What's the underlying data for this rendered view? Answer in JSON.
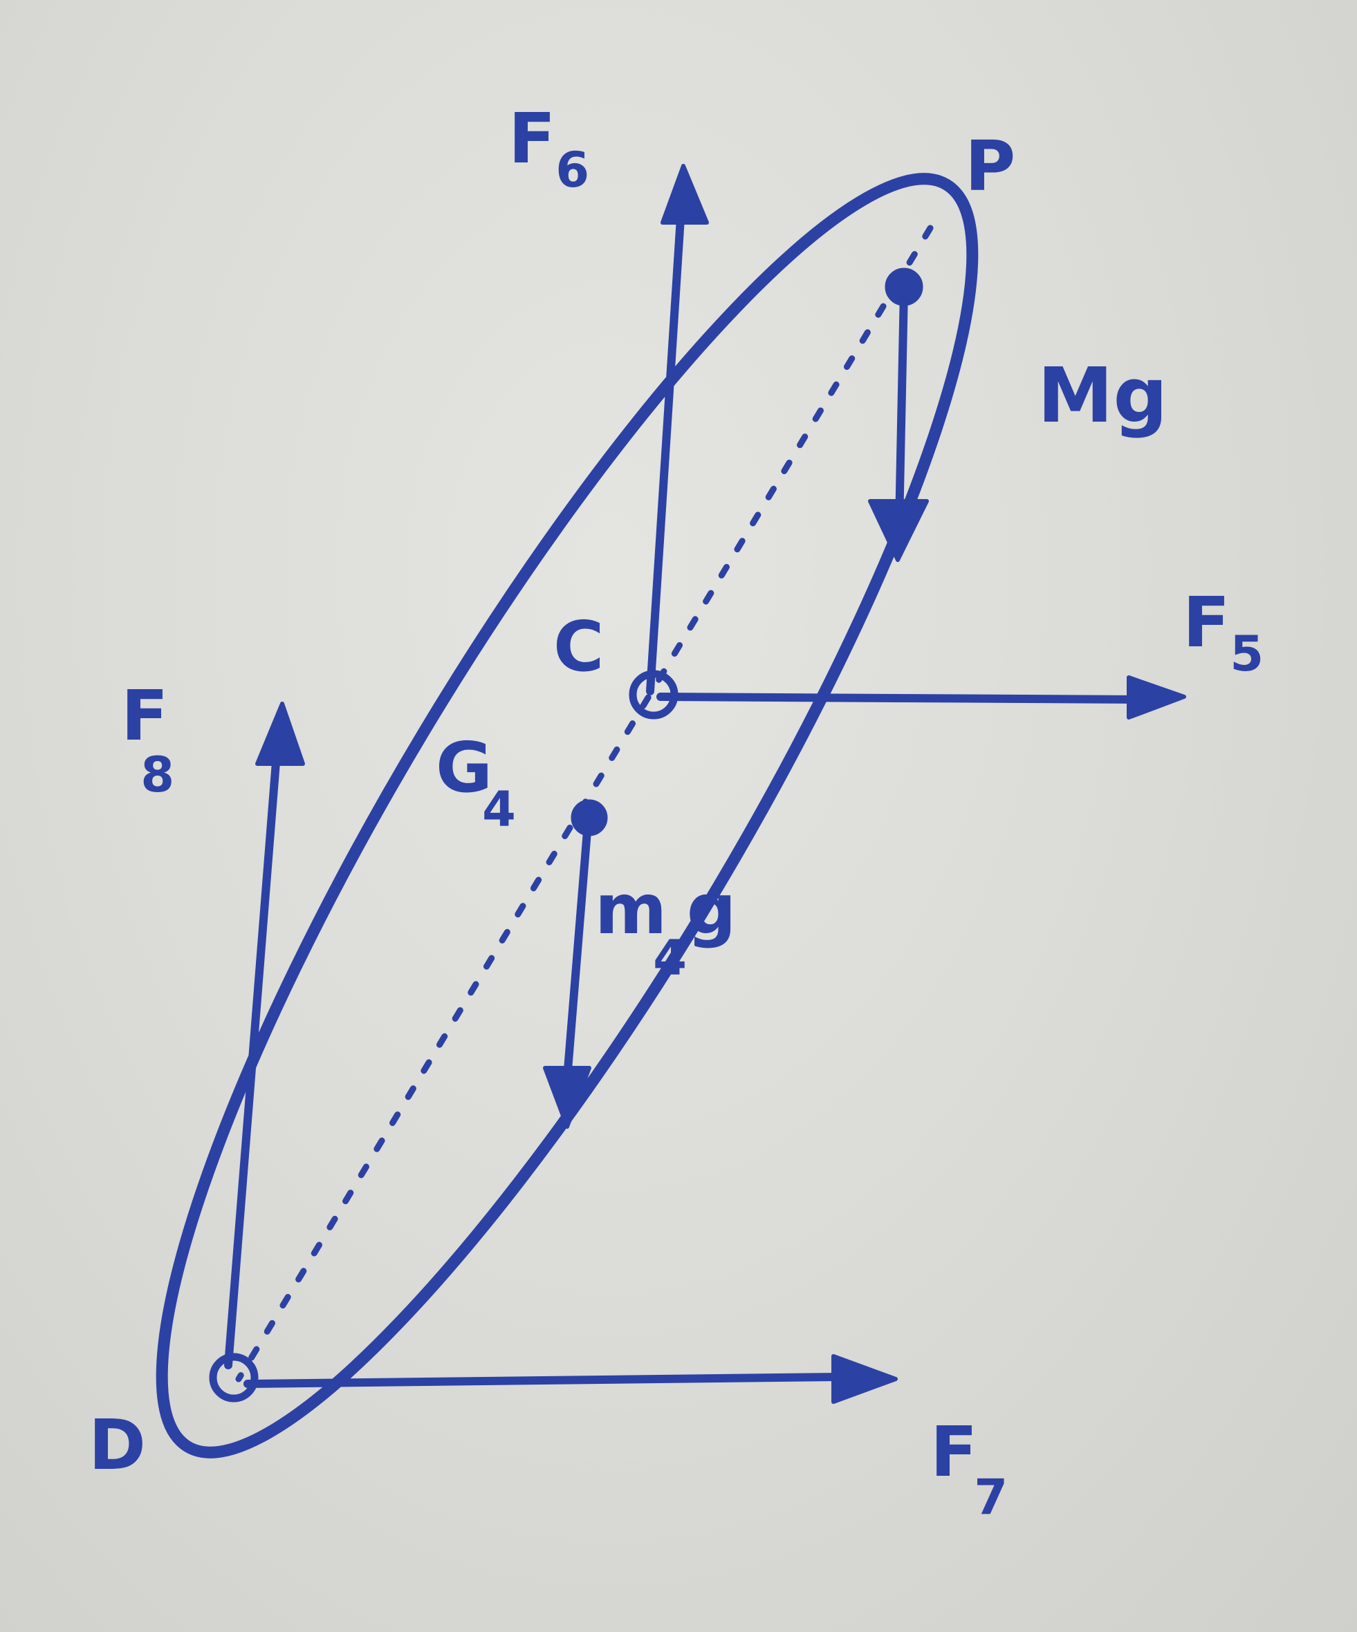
{
  "colors": {
    "ink": "#2c41a4",
    "paper": "#dcdcd8"
  },
  "labels": {
    "F6": {
      "letter": "F",
      "sub": "6"
    },
    "F5": {
      "letter": "F",
      "sub": "5"
    },
    "F7": {
      "letter": "F",
      "sub": "7"
    },
    "F8": {
      "letter": "F",
      "sub": "8"
    },
    "Mg": "Mg",
    "m4g": {
      "letter": "m",
      "sub": "4",
      "tail": "g"
    },
    "G4": {
      "letter": "G",
      "sub": "4"
    },
    "P": "P",
    "C": "C",
    "D": "D"
  }
}
